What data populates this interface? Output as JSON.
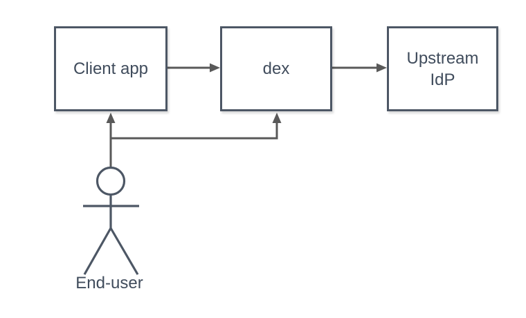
{
  "diagram": {
    "type": "flow",
    "nodes": [
      {
        "id": "client-app",
        "label": "Client app",
        "shape": "rectangle"
      },
      {
        "id": "dex",
        "label": "dex",
        "shape": "rectangle"
      },
      {
        "id": "upstream-idp",
        "label": "Upstream IdP",
        "shape": "rectangle"
      }
    ],
    "actor": {
      "id": "end-user",
      "label": "End-user",
      "shape": "stick-figure"
    },
    "edges": [
      {
        "from": "client-app",
        "to": "dex",
        "style": "arrow-right"
      },
      {
        "from": "dex",
        "to": "upstream-idp",
        "style": "arrow-right"
      },
      {
        "from": "end-user",
        "to": "client-app",
        "style": "arrow-up"
      },
      {
        "from": "end-user",
        "to": "dex",
        "style": "elbow-arrow-up"
      }
    ],
    "colors": {
      "background": "#ffffff",
      "node_fill": "#ffffff",
      "node_border": "#4d5765",
      "arrow": "#595959",
      "text": "#404c5c"
    }
  }
}
